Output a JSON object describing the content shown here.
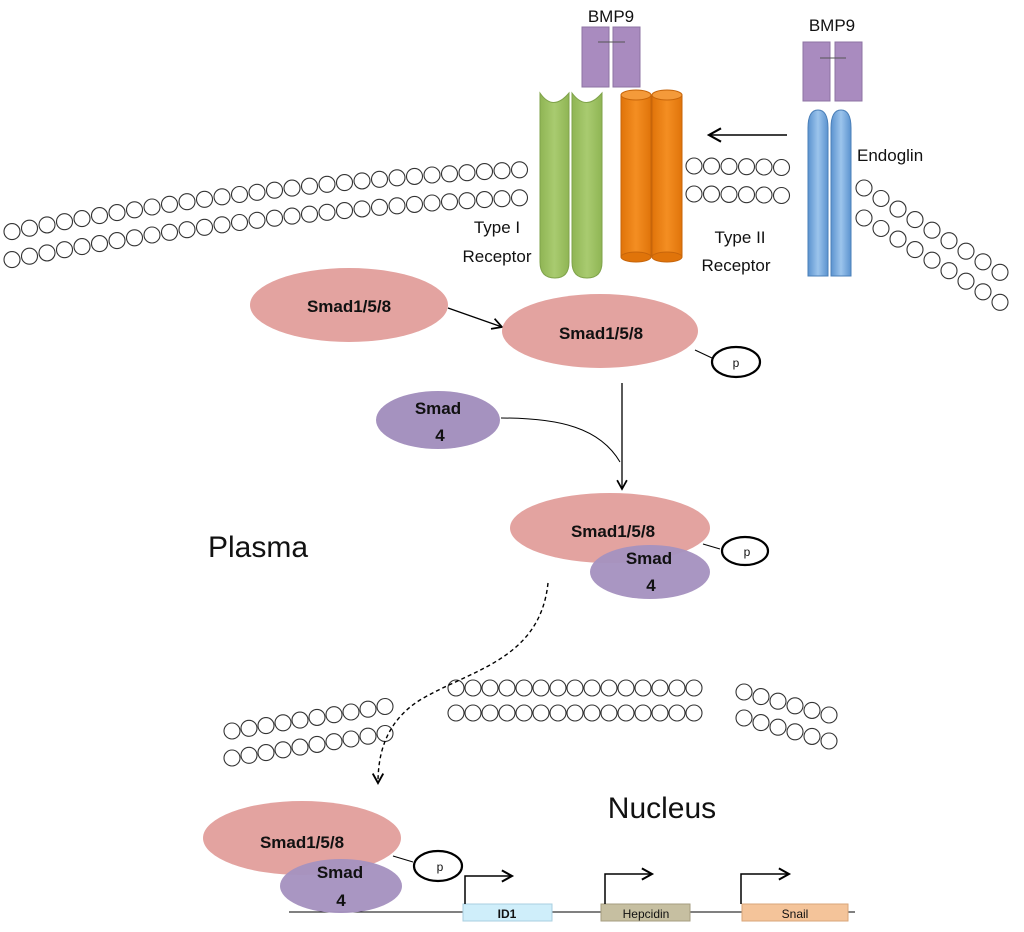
{
  "ligands": [
    {
      "label": "BMP9"
    },
    {
      "label": "BMP9"
    }
  ],
  "receptors": {
    "type_one": {
      "line1": "Type I",
      "line2": "Receptor"
    },
    "type_two": {
      "line1": "Type II",
      "line2": "Receptor"
    },
    "endoglin": {
      "label": "Endoglin"
    }
  },
  "smads": {
    "smad158_label": "Smad1/5/8",
    "smad4_line1": "Smad",
    "smad4_line2": "4",
    "phospho_label": "p"
  },
  "compartments": {
    "plasma": "Plasma",
    "nucleus": "Nucleus"
  },
  "genes": [
    {
      "label": "ID1",
      "color": "#cfeefa"
    },
    {
      "label": "Hepcidin",
      "color": "#c6bfa1"
    },
    {
      "label": "Snail",
      "color": "#f4c49a"
    }
  ],
  "colors": {
    "bmp9": "#a98bbf",
    "type_one_receptor": "#98bd5e",
    "type_two_receptor": "#ee7f0c",
    "endoglin": "#78aee0",
    "smad158": "#e3a3a0",
    "smad4": "#a592bf",
    "membrane_bead": "#ffffff"
  }
}
